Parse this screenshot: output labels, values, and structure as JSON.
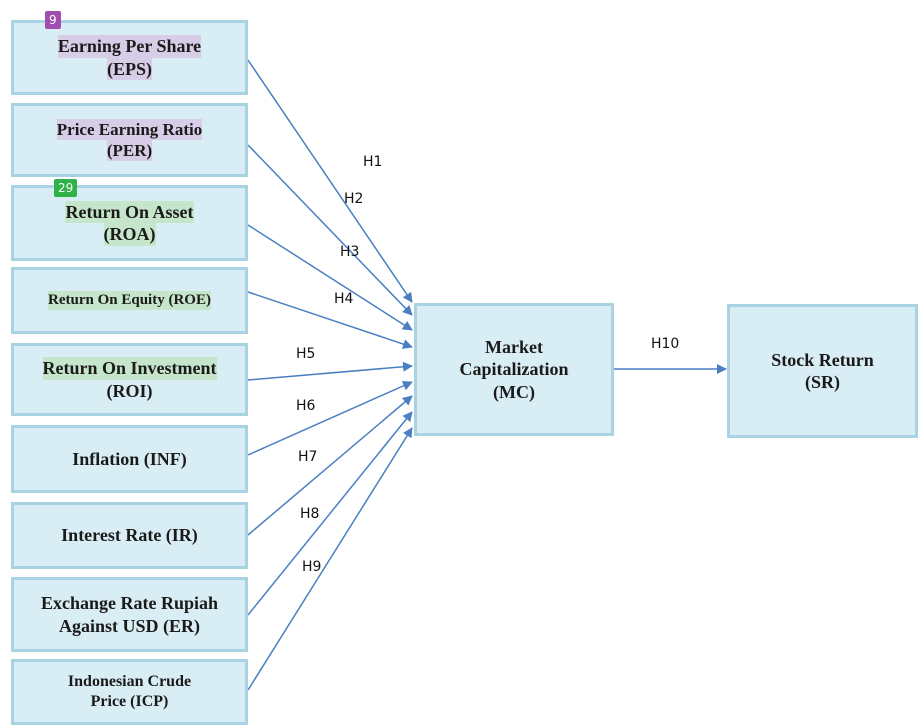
{
  "colors": {
    "box_fill": "#d9edf5",
    "box_border": "#a9d2e2",
    "arrow": "#4a7fc1",
    "highlight_purple": "#d7cde6",
    "highlight_green": "#c6e6cb",
    "badge_purple": "#a04fb0",
    "badge_green": "#2fb24a"
  },
  "badges": {
    "eps": "9",
    "roa": "29"
  },
  "variables": {
    "eps": {
      "line1": "Earning Per Share",
      "line2": "(EPS)"
    },
    "per": {
      "line1": "Price Earning Ratio",
      "line2": "(PER)"
    },
    "roa": {
      "line1": "Return On Asset",
      "line2": "(ROA)"
    },
    "roe": {
      "line1": "Return On Equity (ROE)"
    },
    "roi": {
      "line1": "Return On Investment",
      "line2": "(ROI)"
    },
    "inf": {
      "line1": "Inflation (INF)"
    },
    "ir": {
      "line1": "Interest Rate (IR)"
    },
    "er": {
      "line1": "Exchange Rate Rupiah",
      "line2": "Against USD (ER)"
    },
    "icp": {
      "line1": "Indonesian Crude",
      "line2": "Price (ICP)"
    }
  },
  "mc": {
    "line1": "Market",
    "line2": "Capitalization",
    "line3": "(MC)"
  },
  "sr": {
    "line1": "Stock Return",
    "line2": "(SR)"
  },
  "hypotheses": [
    "H1",
    "H2",
    "H3",
    "H4",
    "H5",
    "H6",
    "H7",
    "H8",
    "H9",
    "H10"
  ]
}
